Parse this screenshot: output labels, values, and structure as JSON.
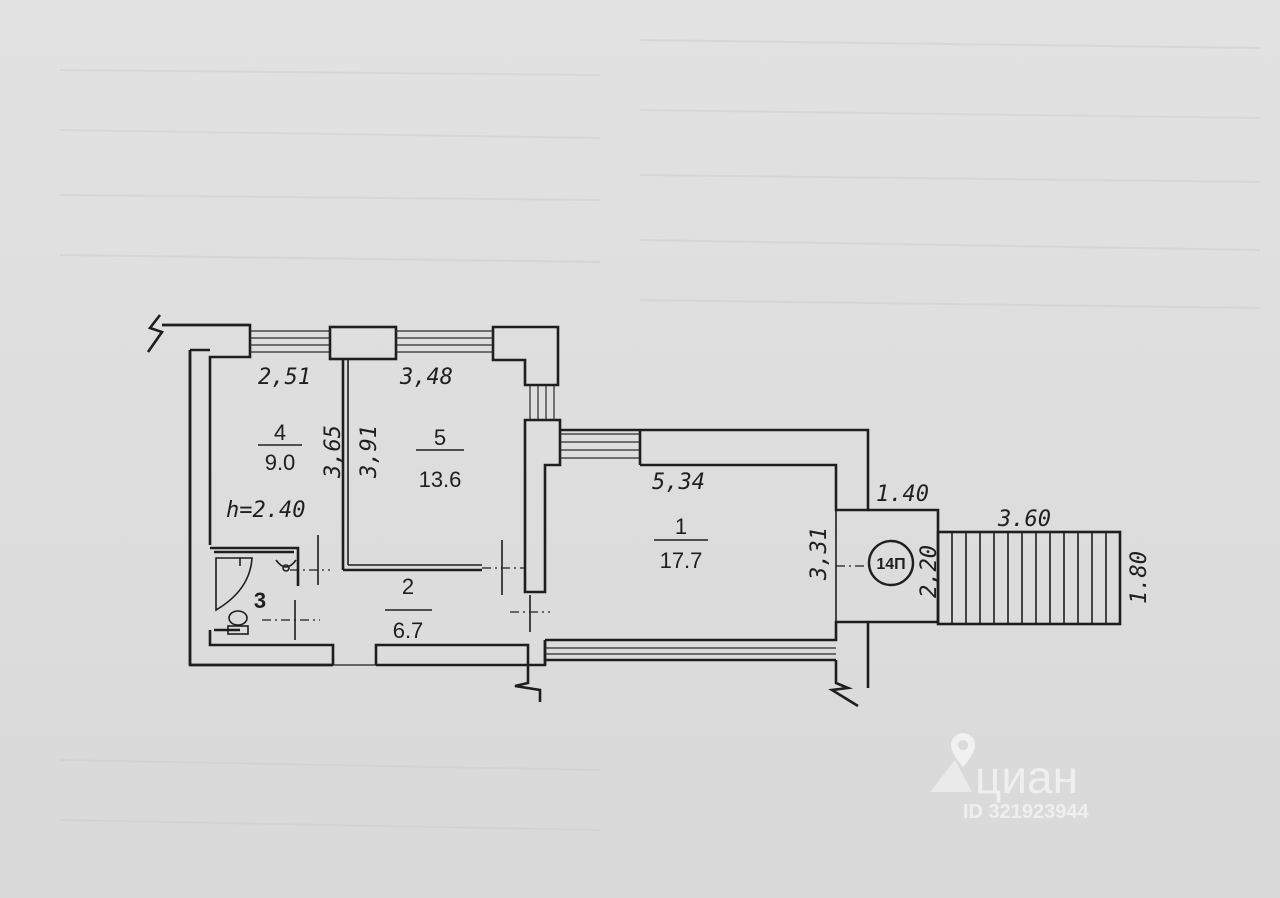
{
  "rooms": [
    {
      "number": "1",
      "area": "17.7"
    },
    {
      "number": "2",
      "area": "6.7"
    },
    {
      "number": "3"
    },
    {
      "number": "4",
      "area": "9.0"
    },
    {
      "number": "5",
      "area": "13.6"
    }
  ],
  "dimensions": {
    "room4_width": "2,51",
    "room4_depth": "3,65",
    "room5_width": "3,48",
    "room5_depth": "3,91",
    "room1_width": "5,34",
    "room1_depth": "3,31",
    "porch_width": "1.40",
    "porch_depth": "2,20",
    "stair_length": "3.60",
    "stair_width": "1.80"
  },
  "ceiling_height": "h=2.40",
  "stamp": "14П",
  "watermark": {
    "brand": "циан",
    "id": "ID 321923944"
  }
}
